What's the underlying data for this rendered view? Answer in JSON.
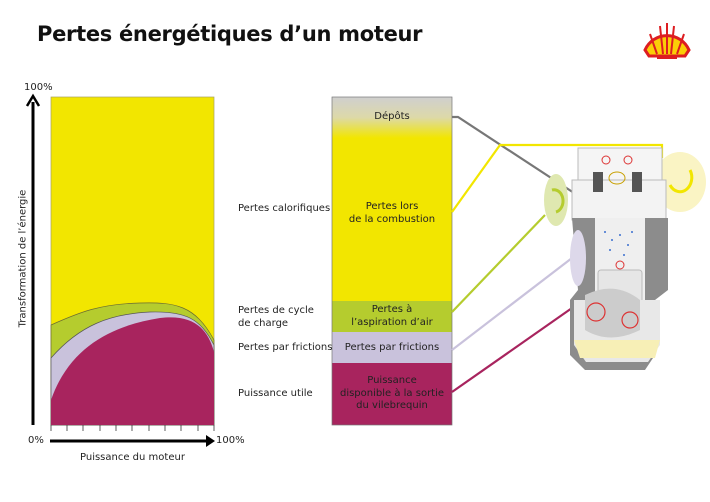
{
  "title": "Pertes énergétiques d’un moteur",
  "colors": {
    "heat": "#f2e600",
    "charge": "#b5cc2e",
    "friction": "#c9c2dc",
    "useful": "#a8245e",
    "deposits": "#cfcfcf",
    "shell_red": "#dd1d21",
    "shell_yellow": "#fbce07"
  },
  "left_chart": {
    "y_axis_label": "Transformation de l’énergie",
    "y_top": "100%",
    "x_start": "0%",
    "x_end": "100%",
    "x_axis_label": "Puissance du moteur"
  },
  "categories": [
    {
      "label": "Pertes calorifiques"
    },
    {
      "label": "Pertes de cycle",
      "label2": "de charge"
    },
    {
      "label": "Pertes par frictions"
    },
    {
      "label": "Puissance utile"
    }
  ],
  "bar": [
    {
      "line1": "Dépôts"
    },
    {
      "line1": "Pertes lors",
      "line2": "de la combustion"
    },
    {
      "line1": "Pertes à",
      "line2": "l’aspiration d’air"
    },
    {
      "line1": "Pertes par frictions"
    },
    {
      "line1": "Puissance",
      "line2": "disponible à la sortie",
      "line3": "du vilebrequin"
    }
  ]
}
